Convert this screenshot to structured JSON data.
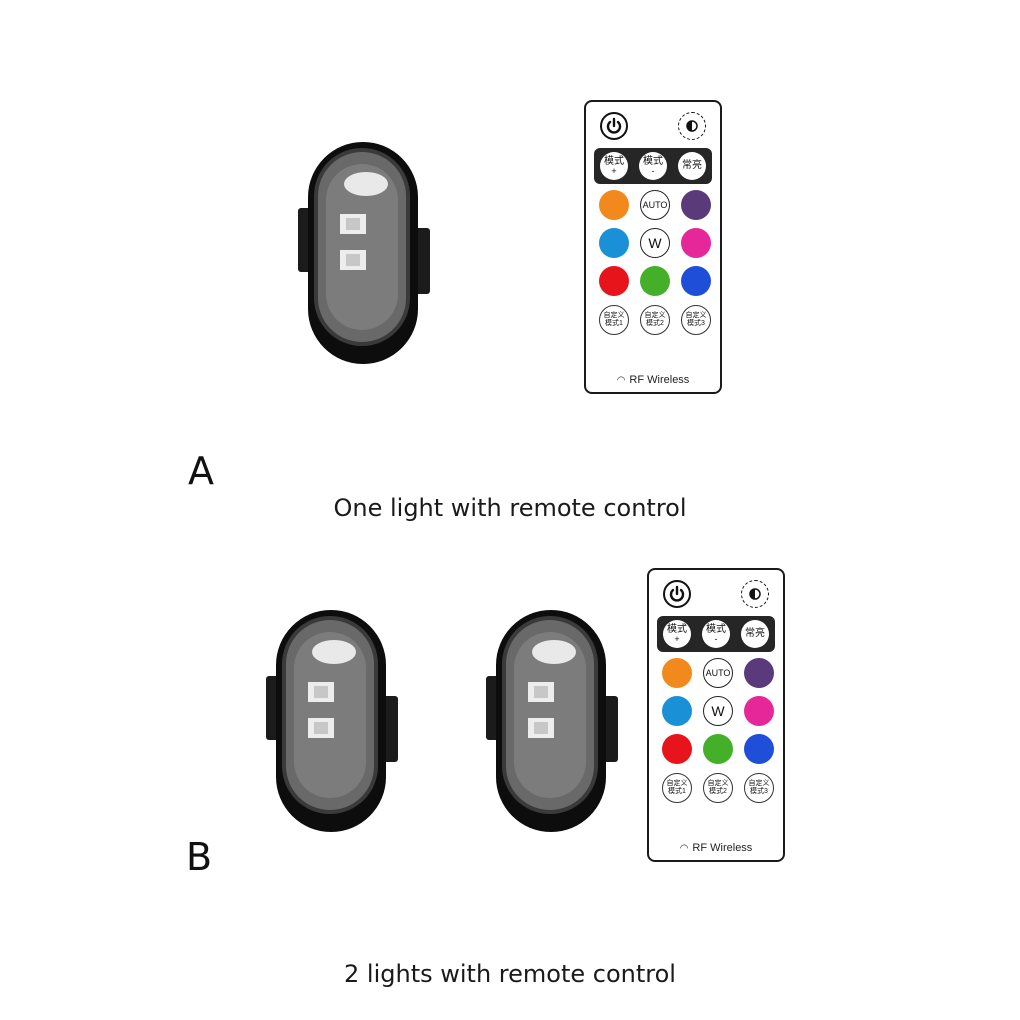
{
  "sections": [
    {
      "letter": "A",
      "caption": "One light with remote control"
    },
    {
      "letter": "B",
      "caption": "2 lights with remote control"
    }
  ],
  "remote": {
    "mode_plus_label": "模式",
    "mode_plus_sub": "+",
    "mode_minus_label": "模式",
    "mode_minus_sub": "-",
    "steady_label": "常亮",
    "auto_label": "AUTO",
    "white_label": "W",
    "custom_1_top": "自定义",
    "custom_1_bottom": "模式1",
    "custom_2_top": "自定义",
    "custom_2_bottom": "模式2",
    "custom_3_top": "自定义",
    "custom_3_bottom": "模式3",
    "footer_label": "RF Wireless",
    "icons": {
      "power": "power-icon",
      "brightness": "brightness-icon",
      "wireless": "wireless-icon"
    },
    "colors": {
      "orange": "#f2891c",
      "purple": "#5a3a7a",
      "blue": "#1a90d6",
      "magenta": "#e5279a",
      "red": "#e8141c",
      "green": "#44b02a",
      "dark_blue": "#1f4fd9"
    }
  }
}
